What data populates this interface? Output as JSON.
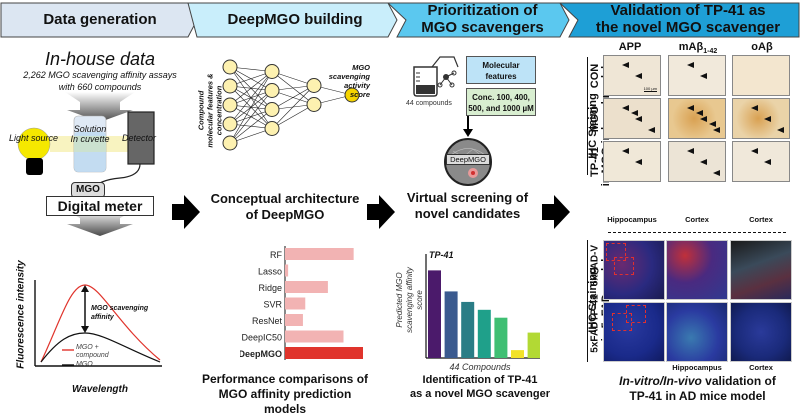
{
  "header": {
    "stages": [
      {
        "label": "Data generation"
      },
      {
        "label": "DeepMGO building"
      },
      {
        "label": "Prioritization of\nMGO scavengers"
      },
      {
        "label": "Validation of TP-41 as\nthe novel MGO scavenger"
      }
    ],
    "stage_colors": [
      "#dce6f2",
      "#c9eefb",
      "#5bc8ef",
      "#1e9fd6"
    ]
  },
  "data_generation": {
    "title": "In-house data",
    "subtitle_line1": "2,262 MGO scavenging affinity assays",
    "subtitle_line2": "with 660 compounds",
    "light_source": "Light source",
    "solution_line1": "Solution",
    "solution_line2": "In cuvette",
    "detector": "Detector",
    "mgo_label": "MGO",
    "digital_meter": "Digital meter",
    "plot": {
      "ylabel": "Fluorescence intensity",
      "xlabel": "Wavelength",
      "annotation_line1": "MGO scavenging",
      "annotation_line2": "affinity",
      "legend": [
        {
          "label_line1": "MGO +",
          "label_line2": "compound",
          "color": "#e0342c"
        },
        {
          "label_line1": "MGO",
          "label_line2": "",
          "color": "#111111"
        }
      ]
    }
  },
  "deepmgo_building": {
    "input_label_line1": "Compound",
    "input_label_line2": "molecular features &",
    "input_label_line3": "concentration",
    "output_label_line1": "MGO",
    "output_label_line2": "scavenging",
    "output_label_line3": "activity",
    "output_label_line4": "score",
    "layers": [
      5,
      4,
      2,
      1
    ],
    "caption_line1": "Conceptual architecture",
    "caption_line2": "of DeepMGO",
    "comparison_caption_line1": "Performance comparisons of",
    "comparison_caption_line2": "MGO affinity prediction models"
  },
  "prioritization": {
    "compounds_label": "44 compounds",
    "molecular_features": "Molecular features",
    "conc_line1": "Conc. 100, 400,",
    "conc_line2": "500, and 1000 µM",
    "deepmgo_label": "DeepMGO",
    "caption_line1": "Virtual screening of",
    "caption_line2": "novel candidates",
    "ranking_caption_line1": "Identification of TP-41",
    "ranking_caption_line2": "as a novel MGO scavenger"
  },
  "validation": {
    "columns": [
      "APP",
      "mAβ",
      "oAβ"
    ],
    "col2_subscript": "1-42",
    "rows_mgo": [
      "CON",
      "MGO",
      "TP-41"
    ],
    "mgo_group_line1": "IHC Staining",
    "mgo_group_line2": "in MGO-induced model",
    "regions_mgo": [
      "Hippocampus",
      "Cortex",
      "Cortex"
    ],
    "scale_bar": "100 µm",
    "rows_5xfad": [
      "5xFAD-V",
      "5xFADTP-41"
    ],
    "fad_group_line1": "IHC Staining",
    "fad_group_line2": "in 5xFAD model",
    "regions_fad": [
      "Hippocampus",
      "Cortex"
    ],
    "caption_italic": "In-vitro/In-vivo",
    "caption_rest": " validation of",
    "caption_line2": "TP-41 in AD mice model"
  },
  "chart_data": [
    {
      "type": "bar",
      "orientation": "horizontal",
      "title": "Performance comparisons of MGO affinity prediction models",
      "categories": [
        "RF",
        "Lasso",
        "Ridge",
        "SVR",
        "ResNet",
        "DeepIC50",
        "DeepMGO"
      ],
      "values": [
        0.88,
        0.04,
        0.55,
        0.26,
        0.23,
        0.75,
        1.0
      ],
      "highlight": "DeepMGO",
      "colors": {
        "default": "#f2b3b3",
        "highlight": "#e0342c"
      },
      "xlabel": "",
      "ylabel": "",
      "xlim": [
        0,
        1
      ],
      "grid": false,
      "note": "relative values estimated, no axis ticks shown"
    },
    {
      "type": "bar",
      "title": "Identification of TP-41 as a novel MGO scavenger",
      "xlabel": "44 Compounds",
      "ylabel": "Predicted MGO scavenging affinity score",
      "annotation": "TP-41",
      "values": [
        1.0,
        0.76,
        0.64,
        0.55,
        0.46,
        0.09,
        0.29
      ],
      "colors": [
        "#4b1a6b",
        "#3b5a8f",
        "#2a7d86",
        "#1fa08a",
        "#3fbf73",
        "#f2e22a",
        "#b2d934"
      ],
      "ylim": [
        0,
        1.05
      ],
      "grid": false,
      "note": "relative values estimated, no axis ticks shown"
    }
  ]
}
